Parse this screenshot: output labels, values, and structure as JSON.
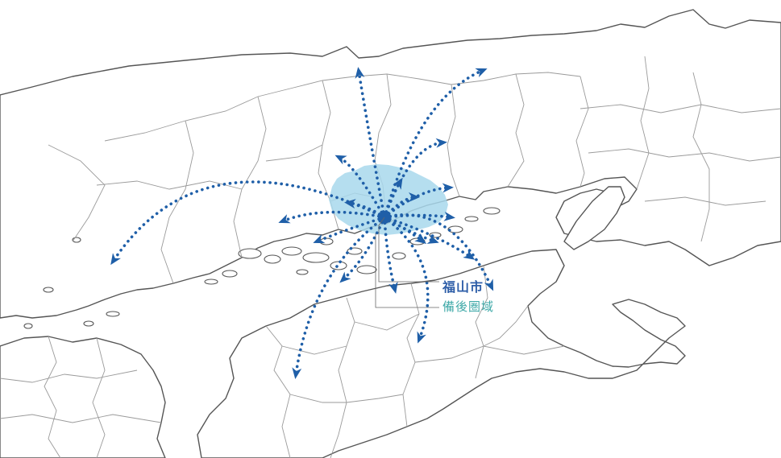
{
  "map": {
    "labels": {
      "city": "福山市",
      "region": "備後圏域"
    },
    "colors": {
      "arrow": "#1f5fa8",
      "city_label": "#2e5ea8",
      "region_label": "#3fa9a8",
      "region_fill": "#a8d8ec",
      "coast": "#555555",
      "prefecture_border": "#9a9a9a"
    },
    "arrow_count": 20
  }
}
